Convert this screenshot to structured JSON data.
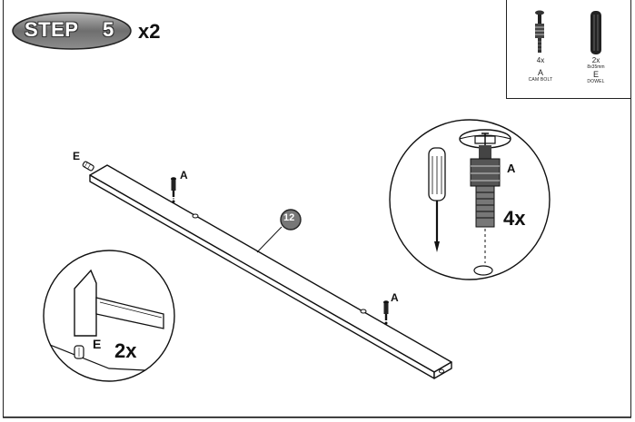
{
  "step": {
    "word": "STEP",
    "number": "5",
    "quantity": "x2"
  },
  "parts": [
    {
      "qty": "4x",
      "letter": "A",
      "name": "CAM BOLT"
    },
    {
      "qty": "2x",
      "size": "8x35mm",
      "letter": "E",
      "name": "DOWEL"
    }
  ],
  "callouts": {
    "dowel_label": "E",
    "cam_bolt_label_1": "A",
    "cam_bolt_label_2": "A",
    "part_number": "12",
    "zoom_cam_label": "A",
    "zoom_cam_qty": "4x",
    "zoom_dowel_label": "E",
    "zoom_dowel_qty": "2x"
  }
}
